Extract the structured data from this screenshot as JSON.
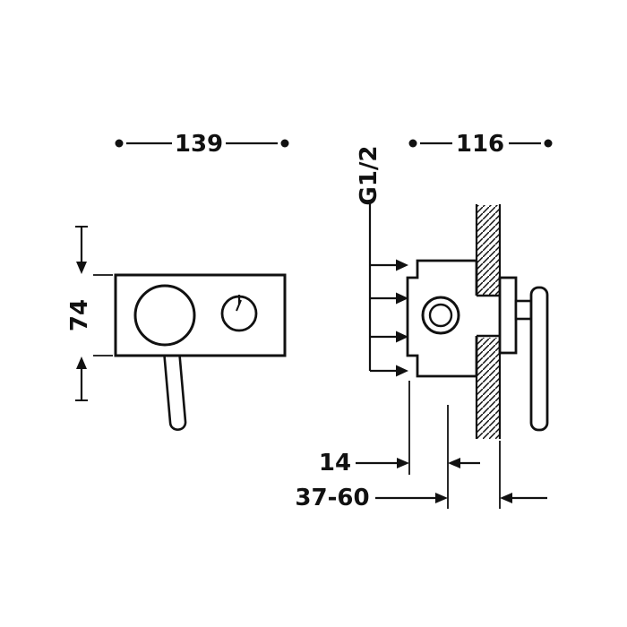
{
  "drawing": {
    "kind": "technical-dimension-diagram",
    "labels": {
      "front_width": "139",
      "front_height": "74",
      "side_width": "116",
      "thread": "G1/2",
      "trim_distance": "14",
      "embed_depth_range": "37-60"
    },
    "colors": {
      "background": "#ffffff",
      "line": "#111111"
    }
  }
}
